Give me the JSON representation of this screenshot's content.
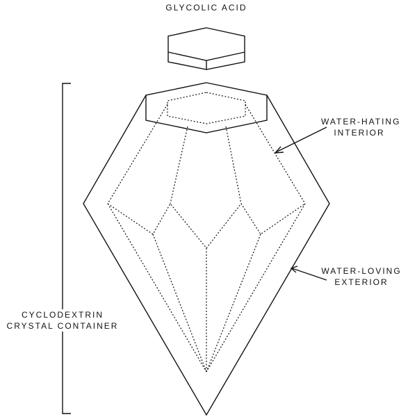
{
  "title": "GLYCOLIC ACID",
  "labels": {
    "interior_line1": "WATER-HATING",
    "interior_line2": "INTERIOR",
    "exterior_line1": "WATER-LOVING",
    "exterior_line2": "EXTERIOR",
    "container_line1": "CYCLODEXTRIN",
    "container_line2": "CRYSTAL CONTAINER"
  }
}
